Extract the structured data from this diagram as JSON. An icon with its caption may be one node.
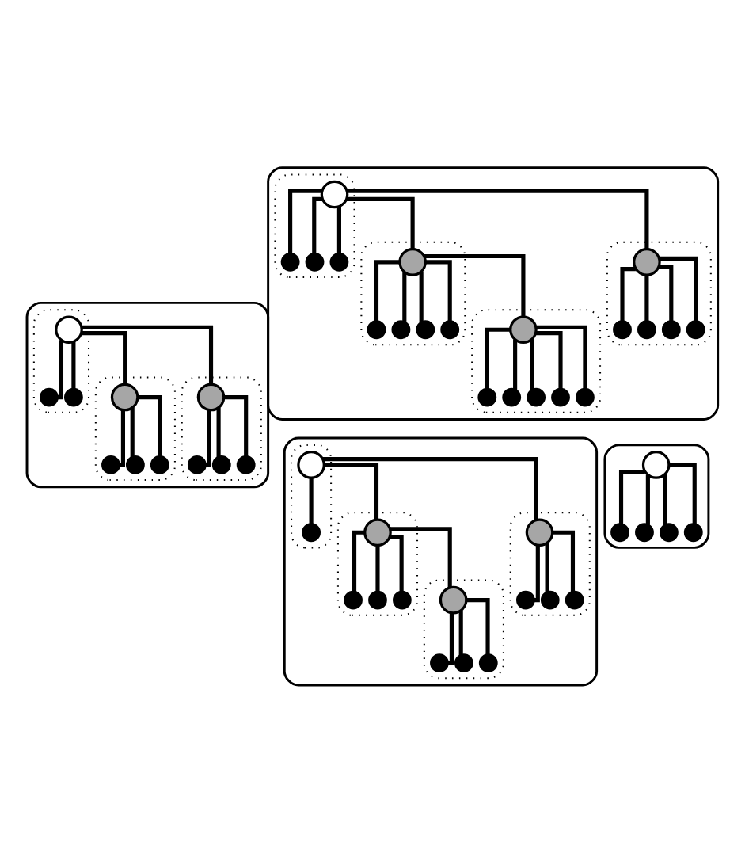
{
  "diagram": {
    "nodes": [
      {
        "text": [],
        "shape": "ellipse"
      },
      {
        "text": [],
        "shape": "ellipse",
        "in": 0
      },
      {
        "text": [],
        "shape": "circle",
        "in": 1
      },
      {
        "text": [],
        "shape": "circle",
        "in": 1
      },
      {
        "text": [],
        "shape": "circle",
        "in": 1
      },
      {
        "text": [],
        "shape": "circle",
        "in": 1
      },
      {
        "text": [],
        "shape": "ellipse",
        "in": 0
      },
      {
        "text": [],
        "shape": "circle",
        "in": 6
      },
      {
        "text": [],
        "shape": "circle",
        "in": 6
      },
      {
        "text": [],
        "shape": "circle",
        "in": 6
      },
      {
        "text": [],
        "shape": "circle",
        "in": 6
      },
      {
        "text": [],
        "shape": "circle",
        "in": 6
      },
      {
        "text": [],
        "shape": "ellipse",
        "in": 0
      },
      {
        "text": [],
        "shape": "circle",
        "in": 12
      },
      {
        "text": [],
        "shape": "circle",
        "in": 12
      },
      {
        "text": [],
        "shape": "circle",
        "in": 12
      },
      {
        "text": [],
        "shape": "circle",
        "in": 12
      },
      {
        "text": [],
        "shape": "circle",
        "in": 12
      },
      {
        "text": [],
        "shape": "ellipse",
        "in": 0
      },
      {
        "text": [],
        "shape": "circle",
        "in": 18
      },
      {
        "text": [],
        "shape": "circle",
        "in": 18
      },
      {
        "text": [],
        "shape": "circle",
        "in": 18
      },
      {
        "text": [],
        "shape": "circle",
        "in": 18
      },
      {
        "text": [],
        "shape": "circle",
        "in": 18
      },
      {
        "text": [],
        "shape": "circle",
        "in": 18
      },
      {
        "text": [],
        "shape": "ellipse"
      },
      {
        "text": [],
        "shape": "circle",
        "in": 25
      },
      {
        "text": [],
        "shape": "circle",
        "in": 25
      },
      {
        "text": [],
        "shape": "circle",
        "in": 25
      },
      {
        "text": [],
        "shape": "circle",
        "in": 25
      },
      {
        "text": [],
        "shape": "circle",
        "in": 25
      },
      {
        "text": [],
        "shape": "ellipse"
      },
      {
        "text": [],
        "shape": "ellipse",
        "in": 31
      },
      {
        "text": [],
        "shape": "circle",
        "in": 32
      },
      {
        "text": [],
        "shape": "circle",
        "in": 32
      },
      {
        "text": [],
        "shape": "circle",
        "in": 32
      },
      {
        "text": [],
        "shape": "ellipse",
        "in": 31
      },
      {
        "text": [],
        "shape": "circle",
        "in": 36
      },
      {
        "text": [],
        "shape": "circle",
        "in": 36
      },
      {
        "text": [],
        "shape": "circle",
        "in": 36
      },
      {
        "text": [],
        "shape": "circle",
        "in": 36
      },
      {
        "text": [],
        "shape": "ellipse",
        "in": 31
      },
      {
        "text": [],
        "shape": "circle",
        "in": 41
      },
      {
        "text": [],
        "shape": "circle",
        "in": 41
      },
      {
        "text": [],
        "shape": "circle",
        "in": 41
      },
      {
        "text": [],
        "shape": "circle",
        "in": 41
      },
      {
        "text": [],
        "shape": "ellipse"
      },
      {
        "text": [],
        "shape": "ellipse",
        "in": 46
      },
      {
        "text": [],
        "shape": "circle",
        "in": 47
      },
      {
        "text": [],
        "shape": "circle",
        "in": 47
      },
      {
        "text": [],
        "shape": "ellipse",
        "in": 46
      },
      {
        "text": [],
        "shape": "circle",
        "in": 50
      },
      {
        "text": [],
        "shape": "circle",
        "in": 50
      },
      {
        "text": [],
        "shape": "circle",
        "in": 50
      },
      {
        "text": [],
        "shape": "circle",
        "in": 50
      },
      {
        "text": [],
        "shape": "ellipse",
        "in": 46
      },
      {
        "text": [],
        "shape": "circle",
        "in": 55
      },
      {
        "text": [],
        "shape": "circle",
        "in": 55
      },
      {
        "text": [],
        "shape": "circle",
        "in": 55
      },
      {
        "text": [],
        "shape": "circle",
        "in": 55
      },
      {
        "text": [],
        "shape": "ellipse",
        "in": 46
      },
      {
        "text": [],
        "shape": "circle",
        "in": 60
      },
      {
        "text": [],
        "shape": "circle",
        "in": 60
      },
      {
        "text": [],
        "shape": "circle",
        "in": 60
      },
      {
        "text": [],
        "shape": "circle",
        "in": 60
      }
    ],
    "edges": [
      {
        "from": 2,
        "to": 7,
        "arrow": "none"
      },
      {
        "from": 2,
        "to": 3,
        "arrow": "none"
      },
      {
        "from": 2,
        "to": 4,
        "arrow": "none"
      },
      {
        "from": 2,
        "to": 5,
        "arrow": "none"
      },
      {
        "from": 2,
        "to": 13,
        "arrow": "none"
      },
      {
        "from": 7,
        "to": 8,
        "arrow": "none"
      },
      {
        "from": 7,
        "to": 9,
        "arrow": "none"
      },
      {
        "from": 7,
        "to": 10,
        "arrow": "none"
      },
      {
        "from": 7,
        "to": 11,
        "arrow": "none"
      },
      {
        "from": 7,
        "to": 19,
        "arrow": "none"
      },
      {
        "from": 13,
        "to": 14,
        "arrow": "none"
      },
      {
        "from": 13,
        "to": 15,
        "arrow": "none"
      },
      {
        "from": 13,
        "to": 16,
        "arrow": "none"
      },
      {
        "from": 13,
        "to": 17,
        "arrow": "none"
      },
      {
        "from": 19,
        "to": 20,
        "arrow": "none"
      },
      {
        "from": 19,
        "to": 21,
        "arrow": "none"
      },
      {
        "from": 19,
        "to": 22,
        "arrow": "none"
      },
      {
        "from": 19,
        "to": 23,
        "arrow": "none"
      },
      {
        "from": 19,
        "to": 24,
        "arrow": "none"
      },
      {
        "from": 26,
        "to": 27,
        "arrow": "none"
      },
      {
        "from": 26,
        "to": 28,
        "arrow": "none"
      },
      {
        "from": 26,
        "to": 29,
        "arrow": "none"
      },
      {
        "from": 26,
        "to": 30,
        "arrow": "none"
      },
      {
        "from": 33,
        "to": 37,
        "arrow": "none"
      },
      {
        "from": 33,
        "to": 34,
        "arrow": "none"
      },
      {
        "from": 33,
        "to": 35,
        "arrow": "none"
      },
      {
        "from": 33,
        "to": 42,
        "arrow": "none"
      },
      {
        "from": 37,
        "to": 38,
        "arrow": "none"
      },
      {
        "from": 37,
        "to": 39,
        "arrow": "none"
      },
      {
        "from": 37,
        "to": 40,
        "arrow": "none"
      },
      {
        "from": 42,
        "to": 43,
        "arrow": "none"
      },
      {
        "from": 42,
        "to": 44,
        "arrow": "none"
      },
      {
        "from": 42,
        "to": 45,
        "arrow": "none"
      },
      {
        "from": 48,
        "to": 51,
        "arrow": "none"
      },
      {
        "from": 48,
        "to": 49,
        "arrow": "none"
      },
      {
        "from": 48,
        "to": 56,
        "arrow": "none"
      },
      {
        "from": 51,
        "to": 52,
        "arrow": "none"
      },
      {
        "from": 51,
        "to": 53,
        "arrow": "none"
      },
      {
        "from": 51,
        "to": 54,
        "arrow": "none"
      },
      {
        "from": 51,
        "to": 61,
        "arrow": "none"
      },
      {
        "from": 56,
        "to": 57,
        "arrow": "none"
      },
      {
        "from": 56,
        "to": 58,
        "arrow": "none"
      },
      {
        "from": 56,
        "to": 59,
        "arrow": "none"
      },
      {
        "from": 61,
        "to": 62,
        "arrow": "none"
      },
      {
        "from": 61,
        "to": 63,
        "arrow": "none"
      },
      {
        "from": 61,
        "to": 64,
        "arrow": "none"
      }
    ]
  }
}
